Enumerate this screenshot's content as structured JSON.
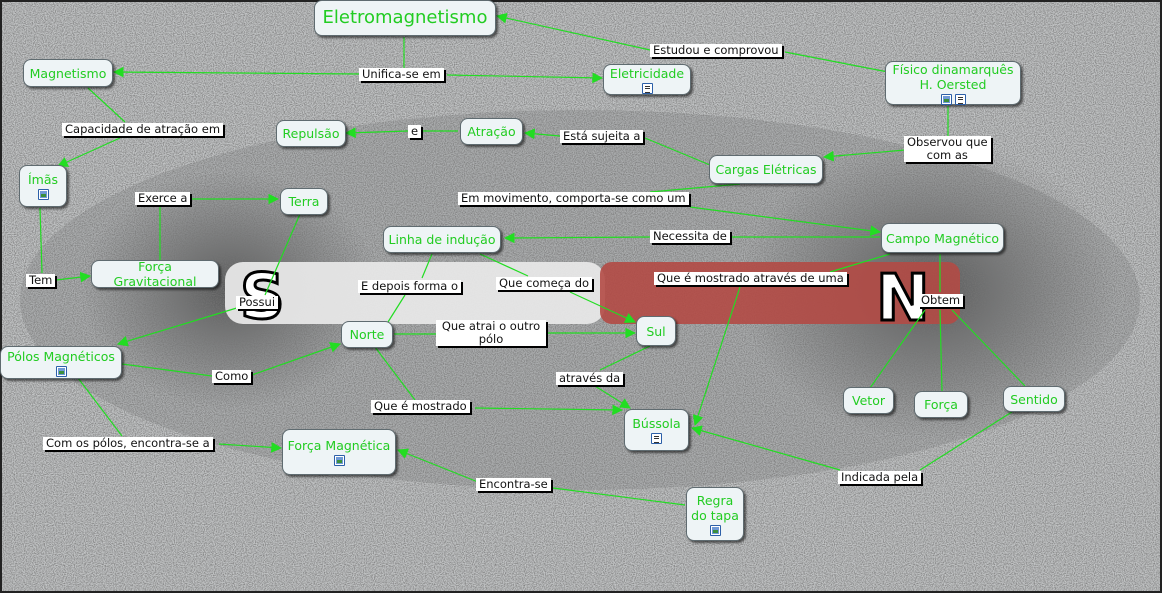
{
  "concepts": {
    "eletromagnetismo": "Eletromagnetismo",
    "magnetismo": "Magnetismo",
    "eletricidade": "Eletricidade",
    "fisico": "Físico dinamarquês\nH. Oersted",
    "repulsao": "Repulsão",
    "atracao": "Atração",
    "imas": "Ímãs",
    "cargas": "Cargas Elétricas",
    "terra": "Terra",
    "linha": "Linha de indução",
    "campo": "Campo Magnético",
    "gravitacional": "Força Gravitacional",
    "norte": "Norte",
    "sul": "Sul",
    "polos": "Pólos Magnéticos",
    "bussola": "Bússola",
    "vetor": "Vetor",
    "forca": "Força",
    "sentido": "Sentido",
    "magnetica": "Força Magnética",
    "regra": "Regra\ndo tapa"
  },
  "phrases": {
    "estudou": "Estudou e comprovou",
    "unifica": "Unifica-se em",
    "capacidade": "Capacidade de atração em",
    "e": "e",
    "sujeita": "Está sujeita a",
    "observou": "Observou que\ncom as",
    "exerce": "Exerce a",
    "movimento": "Em movimento, comporta-se como um",
    "necessita": "Necessita de",
    "tem": "Tem",
    "mostrado_uma": "Que é mostrado através de uma",
    "depois": "E depois forma o",
    "comeca": "Que começa do",
    "obtem": "Obtem",
    "possui": "Possui",
    "atrai": "Que atrai o outro\npólo",
    "como": "Como",
    "atraves": "através da",
    "mostrado": "Que é mostrado",
    "com_polos": "Com os pólos, encontra-se a",
    "indicada": "Indicada pela",
    "encontra": "Encontra-se"
  },
  "background": {
    "north_pole_letter": "N",
    "south_pole_letter": "S"
  },
  "colors": {
    "concept_text": "#22cc22",
    "link": "#22dd22",
    "magnet_north": "#b34a45",
    "magnet_south": "#e4e4e4",
    "background": "#b9bcbd"
  }
}
